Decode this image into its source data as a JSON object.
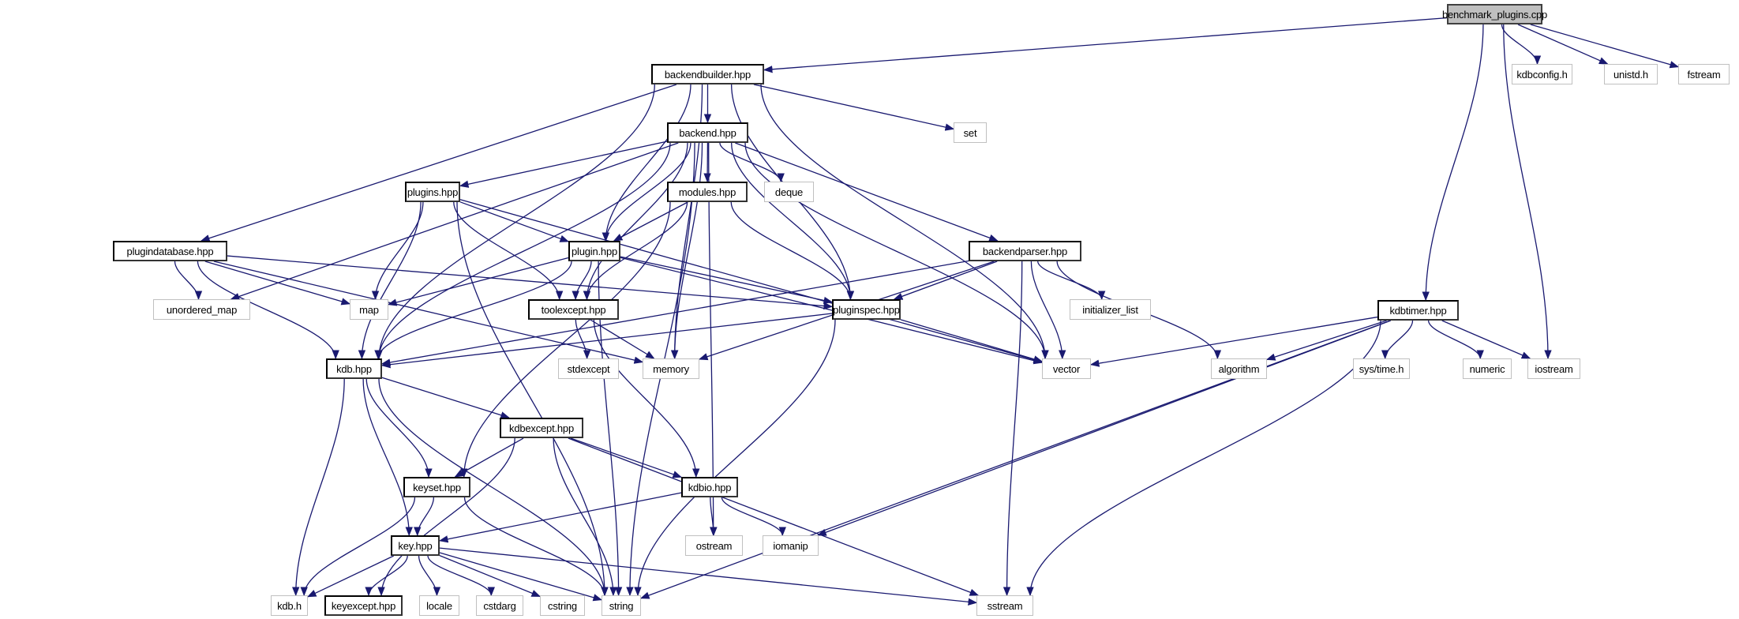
{
  "diagram": {
    "type": "include-dependency-graph",
    "edge_color": "#191970",
    "root_fill": "#bfbfbf",
    "local_border": "#000000",
    "system_border": "#c0c0c0",
    "nodes": [
      {
        "id": "benchmark_plugins",
        "label": "benchmark_plugins.cpp",
        "kind": "root"
      },
      {
        "id": "backendbuilder",
        "label": "backendbuilder.hpp",
        "kind": "local"
      },
      {
        "id": "kdbconfig",
        "label": "kdbconfig.h",
        "kind": "system"
      },
      {
        "id": "unistd",
        "label": "unistd.h",
        "kind": "system"
      },
      {
        "id": "fstream",
        "label": "fstream",
        "kind": "system"
      },
      {
        "id": "set",
        "label": "set",
        "kind": "system"
      },
      {
        "id": "backend",
        "label": "backend.hpp",
        "kind": "local"
      },
      {
        "id": "plugins",
        "label": "plugins.hpp",
        "kind": "local"
      },
      {
        "id": "modules",
        "label": "modules.hpp",
        "kind": "local"
      },
      {
        "id": "deque",
        "label": "deque",
        "kind": "system"
      },
      {
        "id": "plugindatabase",
        "label": "plugindatabase.hpp",
        "kind": "local"
      },
      {
        "id": "plugin",
        "label": "plugin.hpp",
        "kind": "local"
      },
      {
        "id": "backendparser",
        "label": "backendparser.hpp",
        "kind": "local"
      },
      {
        "id": "unordered_map",
        "label": "unordered_map",
        "kind": "system"
      },
      {
        "id": "map",
        "label": "map",
        "kind": "system"
      },
      {
        "id": "toolexcept",
        "label": "toolexcept.hpp",
        "kind": "local"
      },
      {
        "id": "pluginspec",
        "label": "pluginspec.hpp",
        "kind": "local"
      },
      {
        "id": "initializer_list",
        "label": "initializer_list",
        "kind": "system"
      },
      {
        "id": "kdbtimer",
        "label": "kdbtimer.hpp",
        "kind": "local"
      },
      {
        "id": "kdb_hpp",
        "label": "kdb.hpp",
        "kind": "local"
      },
      {
        "id": "stdexcept",
        "label": "stdexcept",
        "kind": "system"
      },
      {
        "id": "memory",
        "label": "memory",
        "kind": "system"
      },
      {
        "id": "vector",
        "label": "vector",
        "kind": "system"
      },
      {
        "id": "algorithm",
        "label": "algorithm",
        "kind": "system"
      },
      {
        "id": "systime",
        "label": "sys/time.h",
        "kind": "system"
      },
      {
        "id": "numeric",
        "label": "numeric",
        "kind": "system"
      },
      {
        "id": "iostream",
        "label": "iostream",
        "kind": "system"
      },
      {
        "id": "kdbexcept",
        "label": "kdbexcept.hpp",
        "kind": "local"
      },
      {
        "id": "keyset",
        "label": "keyset.hpp",
        "kind": "local"
      },
      {
        "id": "kdbio",
        "label": "kdbio.hpp",
        "kind": "local"
      },
      {
        "id": "ostream",
        "label": "ostream",
        "kind": "system"
      },
      {
        "id": "iomanip",
        "label": "iomanip",
        "kind": "system"
      },
      {
        "id": "key",
        "label": "key.hpp",
        "kind": "local"
      },
      {
        "id": "kdb_h",
        "label": "kdb.h",
        "kind": "system"
      },
      {
        "id": "keyexcept",
        "label": "keyexcept.hpp",
        "kind": "local"
      },
      {
        "id": "locale",
        "label": "locale",
        "kind": "system"
      },
      {
        "id": "cstdarg",
        "label": "cstdarg",
        "kind": "system"
      },
      {
        "id": "cstring",
        "label": "cstring",
        "kind": "system"
      },
      {
        "id": "string",
        "label": "string",
        "kind": "system"
      },
      {
        "id": "sstream",
        "label": "sstream",
        "kind": "system"
      }
    ],
    "edges": [
      [
        "benchmark_plugins",
        "backendbuilder"
      ],
      [
        "benchmark_plugins",
        "kdbconfig"
      ],
      [
        "benchmark_plugins",
        "unistd"
      ],
      [
        "benchmark_plugins",
        "fstream"
      ],
      [
        "benchmark_plugins",
        "kdbtimer"
      ],
      [
        "benchmark_plugins",
        "iostream"
      ],
      [
        "backendbuilder",
        "backend"
      ],
      [
        "backendbuilder",
        "set"
      ],
      [
        "backendbuilder",
        "plugindatabase"
      ],
      [
        "backendbuilder",
        "plugin"
      ],
      [
        "backendbuilder",
        "pluginspec"
      ],
      [
        "backendbuilder",
        "vector"
      ],
      [
        "backendbuilder",
        "kdb_hpp"
      ],
      [
        "backendbuilder",
        "memory"
      ],
      [
        "backend",
        "plugins"
      ],
      [
        "backend",
        "modules"
      ],
      [
        "backend",
        "deque"
      ],
      [
        "backend",
        "plugin"
      ],
      [
        "backend",
        "pluginspec"
      ],
      [
        "backend",
        "backendparser"
      ],
      [
        "backend",
        "toolexcept"
      ],
      [
        "backend",
        "unordered_map"
      ],
      [
        "backend",
        "kdb_hpp"
      ],
      [
        "backend",
        "memory"
      ],
      [
        "backend",
        "ostream"
      ],
      [
        "backend",
        "vector"
      ],
      [
        "backend",
        "string"
      ],
      [
        "plugins",
        "plugin"
      ],
      [
        "plugins",
        "map"
      ],
      [
        "plugins",
        "toolexcept"
      ],
      [
        "plugins",
        "kdb_hpp"
      ],
      [
        "plugins",
        "vector"
      ],
      [
        "plugins",
        "string"
      ],
      [
        "modules",
        "plugin"
      ],
      [
        "modules",
        "toolexcept"
      ],
      [
        "modules",
        "pluginspec"
      ],
      [
        "modules",
        "keyset"
      ],
      [
        "plugindatabase",
        "unordered_map"
      ],
      [
        "plugindatabase",
        "map"
      ],
      [
        "plugindatabase",
        "pluginspec"
      ],
      [
        "plugindatabase",
        "kdb_hpp"
      ],
      [
        "plugindatabase",
        "memory"
      ],
      [
        "plugin",
        "toolexcept"
      ],
      [
        "plugin",
        "pluginspec"
      ],
      [
        "plugin",
        "map"
      ],
      [
        "plugin",
        "kdb_hpp"
      ],
      [
        "plugin",
        "vector"
      ],
      [
        "plugin",
        "string"
      ],
      [
        "backendparser",
        "pluginspec"
      ],
      [
        "backendparser",
        "initializer_list"
      ],
      [
        "backendparser",
        "vector"
      ],
      [
        "backendparser",
        "algorithm"
      ],
      [
        "backendparser",
        "kdb_hpp"
      ],
      [
        "backendparser",
        "memory"
      ],
      [
        "backendparser",
        "sstream"
      ],
      [
        "toolexcept",
        "stdexcept"
      ],
      [
        "toolexcept",
        "memory"
      ],
      [
        "toolexcept",
        "kdbio"
      ],
      [
        "pluginspec",
        "kdb_hpp"
      ],
      [
        "pluginspec",
        "vector"
      ],
      [
        "pluginspec",
        "string"
      ],
      [
        "kdbtimer",
        "vector"
      ],
      [
        "kdbtimer",
        "algorithm"
      ],
      [
        "kdbtimer",
        "systime"
      ],
      [
        "kdbtimer",
        "numeric"
      ],
      [
        "kdbtimer",
        "iostream"
      ],
      [
        "kdbtimer",
        "iomanip"
      ],
      [
        "kdbtimer",
        "string"
      ],
      [
        "kdbtimer",
        "sstream"
      ],
      [
        "kdb_hpp",
        "kdbexcept"
      ],
      [
        "kdb_hpp",
        "keyset"
      ],
      [
        "kdb_hpp",
        "key"
      ],
      [
        "kdb_hpp",
        "kdb_h"
      ],
      [
        "kdb_hpp",
        "string"
      ],
      [
        "kdbexcept",
        "keyset"
      ],
      [
        "kdbexcept",
        "kdbio"
      ],
      [
        "kdbexcept",
        "keyexcept"
      ],
      [
        "kdbexcept",
        "string"
      ],
      [
        "kdbexcept",
        "sstream"
      ],
      [
        "keyset",
        "key"
      ],
      [
        "keyset",
        "kdb_h"
      ],
      [
        "keyset",
        "string"
      ],
      [
        "kdbio",
        "key"
      ],
      [
        "kdbio",
        "ostream"
      ],
      [
        "kdbio",
        "iomanip"
      ],
      [
        "key",
        "kdb_h"
      ],
      [
        "key",
        "keyexcept"
      ],
      [
        "key",
        "locale"
      ],
      [
        "key",
        "cstdarg"
      ],
      [
        "key",
        "cstring"
      ],
      [
        "key",
        "string"
      ],
      [
        "key",
        "sstream"
      ]
    ]
  }
}
